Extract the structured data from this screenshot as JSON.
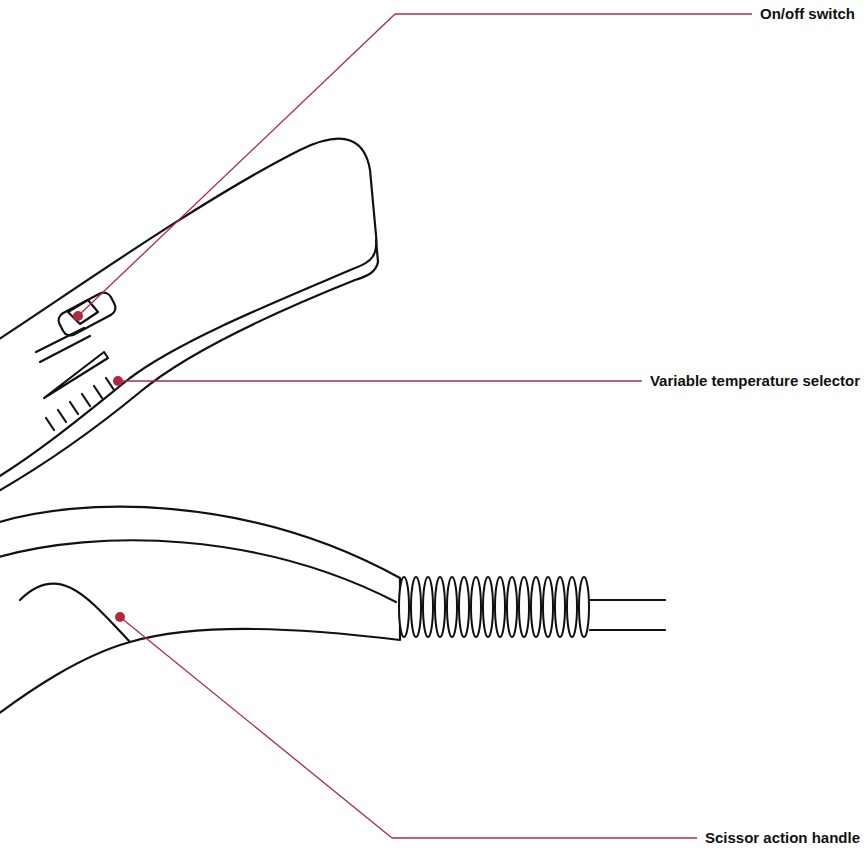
{
  "diagram": {
    "labels": [
      "On/off switch",
      "Variable temperature selector",
      "Scissor action handle"
    ]
  }
}
